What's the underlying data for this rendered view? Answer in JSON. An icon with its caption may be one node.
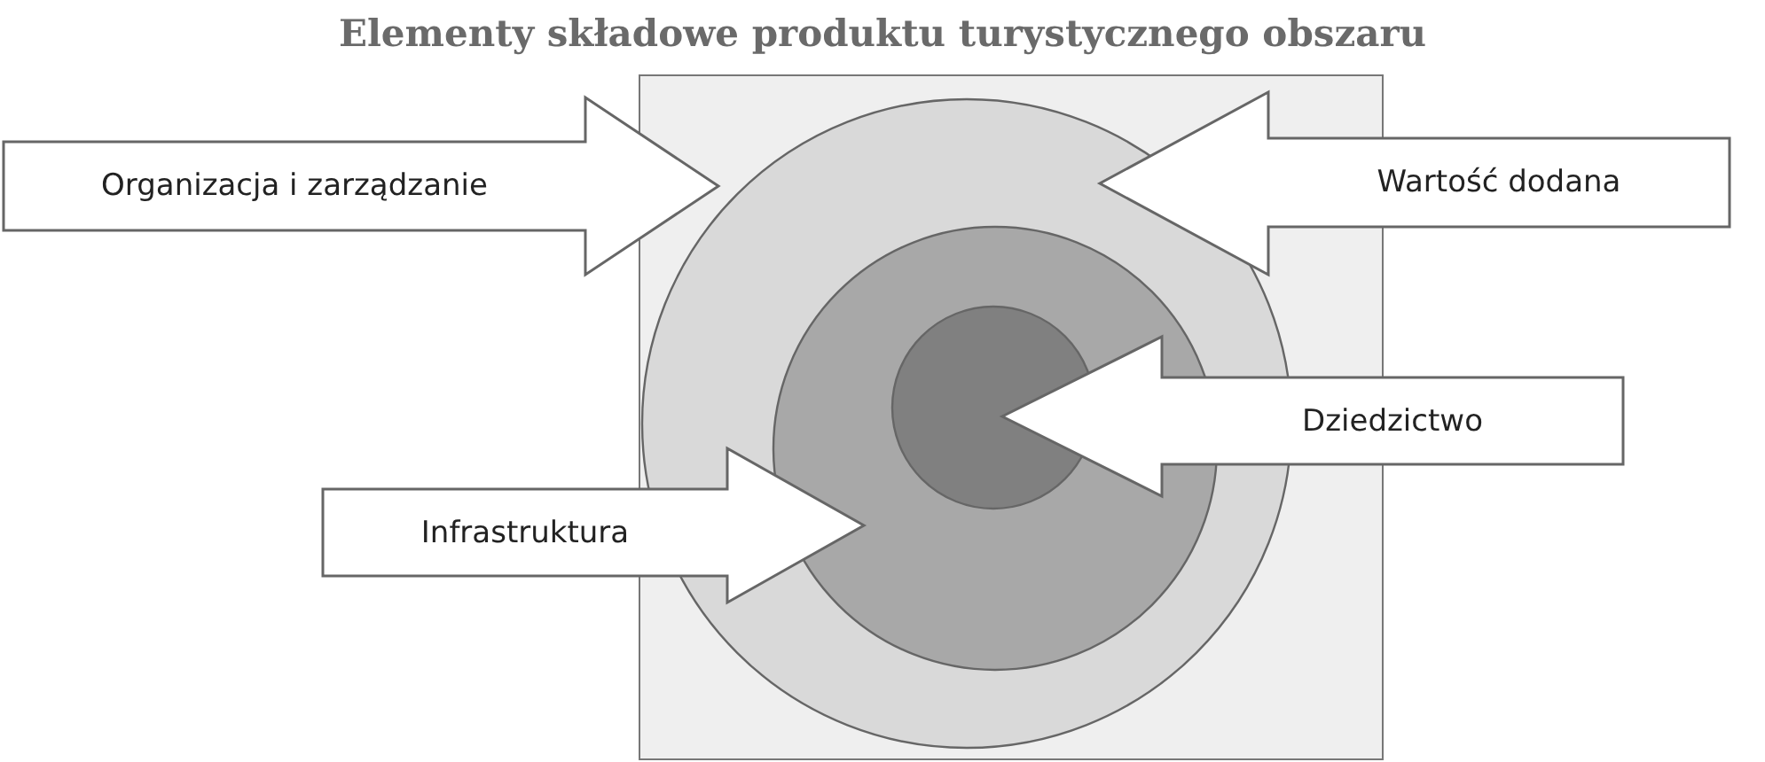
{
  "diagram": {
    "title": "Elementy składowe produktu turystycznego obszaru",
    "nodes": [
      {
        "text": [],
        "shape": "box"
      },
      {
        "text": [],
        "shape": "circle",
        "in": 0
      },
      {
        "text": [],
        "shape": "circle",
        "in": 1
      },
      {
        "text": [],
        "shape": "circle",
        "in": 2
      },
      {
        "text": [
          "Organizacja i zarządzanie"
        ]
      },
      {
        "text": [
          "Wartość dodana"
        ]
      },
      {
        "text": [
          "Dziedzictwo"
        ]
      },
      {
        "text": [
          "Infrastruktura"
        ]
      }
    ]
  }
}
